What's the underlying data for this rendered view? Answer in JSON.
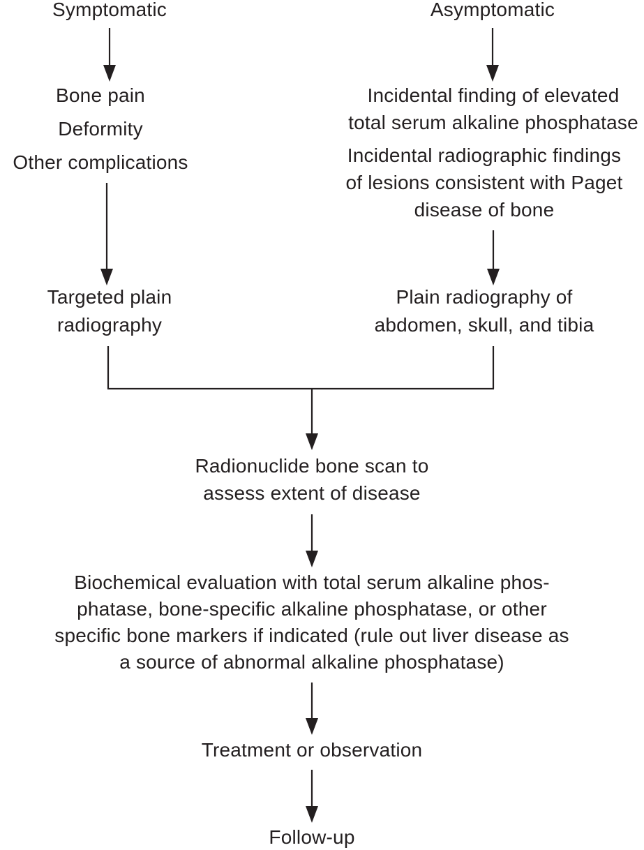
{
  "nodes": {
    "symptomatic": "Symptomatic",
    "asymptomatic": "Asymptomatic",
    "bone_pain": "Bone pain",
    "deformity": "Deformity",
    "other_complications": "Other complications",
    "incidental_alp_1": "Incidental finding of elevated",
    "incidental_alp_2": "total serum alkaline phosphatase",
    "incidental_rad_1": "Incidental radiographic findings",
    "incidental_rad_2": "of lesions consistent with Paget",
    "incidental_rad_3": "disease of bone",
    "targeted_1": "Targeted plain",
    "targeted_2": "radiography",
    "plain_1": "Plain radiography of",
    "plain_2": "abdomen, skull, and tibia",
    "scan_1": "Radionuclide bone scan to",
    "scan_2": "assess extent of disease",
    "biochem_1": "Biochemical evaluation with total serum alkaline phos-",
    "biochem_2": "phatase, bone-specific alkaline phosphatase, or other",
    "biochem_3": "specific bone markers if indicated (rule out liver disease as",
    "biochem_4": "a source of abnormal alkaline phosphatase)",
    "treatment": "Treatment or observation",
    "followup": "Follow-up"
  }
}
